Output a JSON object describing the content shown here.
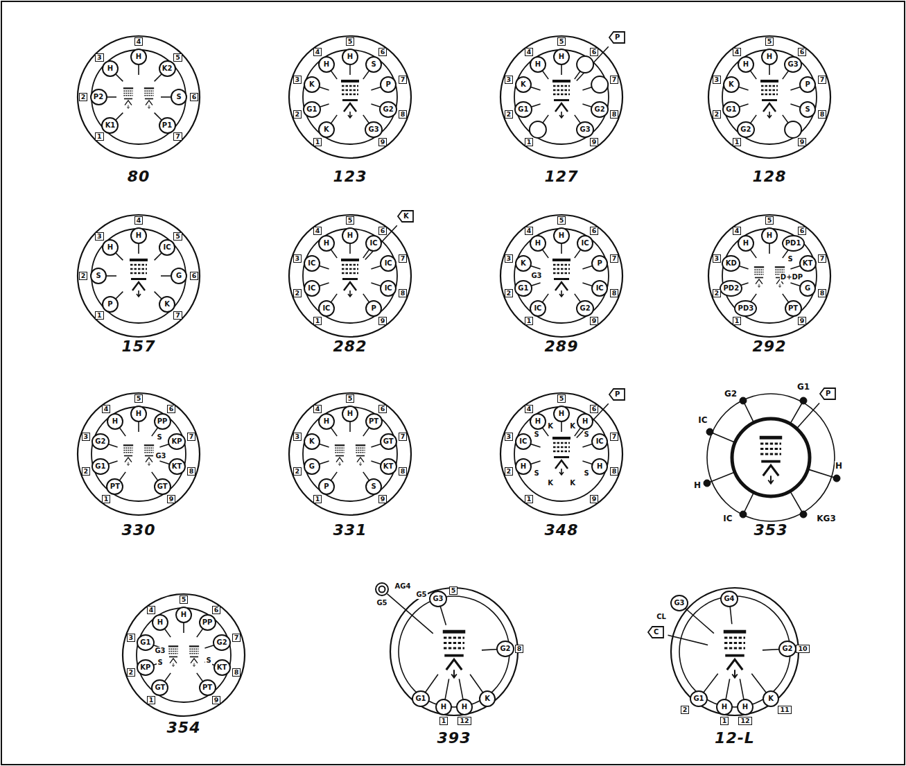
{
  "diagram": {
    "nodes": [
      {
        "text": [
          "80"
        ]
      },
      {
        "text": [
          "H"
        ],
        "in": 0
      },
      {
        "text": [
          "H"
        ],
        "in": 0
      },
      {
        "text": [
          "K2"
        ],
        "in": 0
      },
      {
        "text": [
          "P2"
        ],
        "in": 0
      },
      {
        "text": [
          "S"
        ],
        "in": 0
      },
      {
        "text": [
          "K1"
        ],
        "in": 0
      },
      {
        "text": [
          "P1"
        ],
        "in": 0
      },
      {
        "text": [
          "123"
        ]
      },
      {
        "text": [
          "H"
        ],
        "in": 8
      },
      {
        "text": [
          "H"
        ],
        "in": 8
      },
      {
        "text": [
          "S"
        ],
        "in": 8
      },
      {
        "text": [
          "K"
        ],
        "in": 8
      },
      {
        "text": [
          "P"
        ],
        "in": 8
      },
      {
        "text": [
          "G1"
        ],
        "in": 8
      },
      {
        "text": [
          "G2"
        ],
        "in": 8
      },
      {
        "text": [
          "K"
        ],
        "in": 8
      },
      {
        "text": [
          "G3"
        ],
        "in": 8
      },
      {
        "text": [
          "127"
        ]
      },
      {
        "text": [
          "H"
        ],
        "in": 18
      },
      {
        "text": [
          "H"
        ],
        "in": 18
      },
      {
        "text": [
          "K"
        ],
        "in": 18
      },
      {
        "text": [
          "G1"
        ],
        "in": 18
      },
      {
        "text": [
          "G2"
        ],
        "in": 18
      },
      {
        "text": [
          "G3"
        ],
        "in": 18
      },
      {
        "text": [
          "P"
        ],
        "in": 18
      },
      {
        "text": [
          "128"
        ]
      },
      {
        "text": [
          "H"
        ],
        "in": 26
      },
      {
        "text": [
          "H"
        ],
        "in": 26
      },
      {
        "text": [
          "G3"
        ],
        "in": 26
      },
      {
        "text": [
          "K"
        ],
        "in": 26
      },
      {
        "text": [
          "P"
        ],
        "in": 26
      },
      {
        "text": [
          "G1"
        ],
        "in": 26
      },
      {
        "text": [
          "S"
        ],
        "in": 26
      },
      {
        "text": [
          "G2"
        ],
        "in": 26
      },
      {
        "text": [
          "157"
        ]
      },
      {
        "text": [
          "H"
        ],
        "in": 35
      },
      {
        "text": [
          "H"
        ],
        "in": 35
      },
      {
        "text": [
          "IC"
        ],
        "in": 35
      },
      {
        "text": [
          "S"
        ],
        "in": 35
      },
      {
        "text": [
          "G"
        ],
        "in": 35
      },
      {
        "text": [
          "P"
        ],
        "in": 35
      },
      {
        "text": [
          "K"
        ],
        "in": 35
      },
      {
        "text": [
          "282"
        ]
      },
      {
        "text": [
          "H"
        ],
        "in": 43
      },
      {
        "text": [
          "H"
        ],
        "in": 43
      },
      {
        "text": [
          "IC"
        ],
        "in": 43
      },
      {
        "text": [
          "IC"
        ],
        "in": 43
      },
      {
        "text": [
          "IC"
        ],
        "in": 43
      },
      {
        "text": [
          "IC"
        ],
        "in": 43
      },
      {
        "text": [
          "IC"
        ],
        "in": 43
      },
      {
        "text": [
          "IC"
        ],
        "in": 43
      },
      {
        "text": [
          "P"
        ],
        "in": 43
      },
      {
        "text": [
          "K"
        ],
        "in": 43
      },
      {
        "text": [
          "289"
        ]
      },
      {
        "text": [
          "H"
        ],
        "in": 54
      },
      {
        "text": [
          "H"
        ],
        "in": 54
      },
      {
        "text": [
          "IC"
        ],
        "in": 54
      },
      {
        "text": [
          "K"
        ],
        "in": 54
      },
      {
        "text": [
          "P"
        ],
        "in": 54
      },
      {
        "text": [
          "G1"
        ],
        "in": 54
      },
      {
        "text": [
          "IC"
        ],
        "in": 54
      },
      {
        "text": [
          "IC"
        ],
        "in": 54
      },
      {
        "text": [
          "G2"
        ],
        "in": 54
      },
      {
        "text": [
          "292"
        ]
      },
      {
        "text": [
          "H"
        ],
        "in": 64
      },
      {
        "text": [
          "H"
        ],
        "in": 64
      },
      {
        "text": [
          "PD1"
        ],
        "in": 64
      },
      {
        "text": [
          "KD"
        ],
        "in": 64
      },
      {
        "text": [
          "KT"
        ],
        "in": 64
      },
      {
        "text": [
          "PD2"
        ],
        "in": 64
      },
      {
        "text": [
          "G"
        ],
        "in": 64
      },
      {
        "text": [
          "PD3"
        ],
        "in": 64
      },
      {
        "text": [
          "PT"
        ],
        "in": 64
      },
      {
        "text": [
          "330"
        ]
      },
      {
        "text": [
          "H"
        ],
        "in": 74
      },
      {
        "text": [
          "H"
        ],
        "in": 74
      },
      {
        "text": [
          "PP"
        ],
        "in": 74
      },
      {
        "text": [
          "G2"
        ],
        "in": 74
      },
      {
        "text": [
          "KP"
        ],
        "in": 74
      },
      {
        "text": [
          "G1"
        ],
        "in": 74
      },
      {
        "text": [
          "KT"
        ],
        "in": 74
      },
      {
        "text": [
          "PT"
        ],
        "in": 74
      },
      {
        "text": [
          "GT"
        ],
        "in": 74
      },
      {
        "text": [
          "331"
        ]
      },
      {
        "text": [
          "H"
        ],
        "in": 84
      },
      {
        "text": [
          "H"
        ],
        "in": 84
      },
      {
        "text": [
          "PT"
        ],
        "in": 84
      },
      {
        "text": [
          "K"
        ],
        "in": 84
      },
      {
        "text": [
          "GT"
        ],
        "in": 84
      },
      {
        "text": [
          "G"
        ],
        "in": 84
      },
      {
        "text": [
          "KT"
        ],
        "in": 84
      },
      {
        "text": [
          "P"
        ],
        "in": 84
      },
      {
        "text": [
          "S"
        ],
        "in": 84
      },
      {
        "text": [
          "348"
        ]
      },
      {
        "text": [
          "H"
        ],
        "in": 94
      },
      {
        "text": [
          "H"
        ],
        "in": 94
      },
      {
        "text": [
          "H"
        ],
        "in": 94
      },
      {
        "text": [
          "IC"
        ],
        "in": 94
      },
      {
        "text": [
          "IC"
        ],
        "in": 94
      },
      {
        "text": [
          "H"
        ],
        "in": 94
      },
      {
        "text": [
          "H"
        ],
        "in": 94
      },
      {
        "text": [
          "P"
        ],
        "in": 94
      },
      {
        "text": [
          "353"
        ]
      },
      {
        "text": [
          "P"
        ],
        "in": 103
      },
      {
        "text": [
          "354"
        ]
      },
      {
        "text": [
          "H"
        ],
        "in": 105
      },
      {
        "text": [
          "H"
        ],
        "in": 105
      },
      {
        "text": [
          "PP"
        ],
        "in": 105
      },
      {
        "text": [
          "G1"
        ],
        "in": 105
      },
      {
        "text": [
          "G2"
        ],
        "in": 105
      },
      {
        "text": [
          "KP"
        ],
        "in": 105
      },
      {
        "text": [
          "KT"
        ],
        "in": 105
      },
      {
        "text": [
          "GT"
        ],
        "in": 105
      },
      {
        "text": [
          "PT"
        ],
        "in": 105
      },
      {
        "text": [
          "393"
        ]
      },
      {
        "text": [
          "G3"
        ],
        "in": 115
      },
      {
        "text": [
          "G2"
        ],
        "in": 115
      },
      {
        "text": [
          "G1"
        ],
        "in": 115
      },
      {
        "text": [
          "H"
        ],
        "in": 115
      },
      {
        "text": [
          "H"
        ],
        "in": 115
      },
      {
        "text": [
          "K"
        ],
        "in": 115
      },
      {
        "text": [
          "12-L"
        ]
      },
      {
        "text": [
          "G4"
        ],
        "in": 122
      },
      {
        "text": [
          "G3"
        ],
        "in": 122
      },
      {
        "text": [
          "C"
        ],
        "in": 122
      },
      {
        "text": [
          "G2"
        ],
        "in": 122
      },
      {
        "text": [
          "G1"
        ],
        "in": 122
      },
      {
        "text": [
          "H"
        ],
        "in": 122
      },
      {
        "text": [
          "H"
        ],
        "in": 122
      },
      {
        "text": [
          "K"
        ],
        "in": 122
      }
    ],
    "labels": [
      "4",
      "3",
      "5",
      "2",
      "6",
      "1",
      "7",
      "4",
      "5",
      "6",
      "3",
      "7",
      "2",
      "8",
      "1",
      "9",
      "4",
      "5",
      "6",
      "3",
      "7",
      "2",
      "8",
      "1",
      "9",
      "4",
      "5",
      "6",
      "3",
      "7",
      "2",
      "8",
      "1",
      "9",
      "4",
      "3",
      "5",
      "2",
      "6",
      "1",
      "7",
      "4",
      "5",
      "6",
      "3",
      "7",
      "2",
      "8",
      "1",
      "9",
      "4",
      "5",
      "6",
      "3",
      "7",
      "2",
      "8",
      "1",
      "9",
      "G3",
      "4",
      "5",
      "6",
      "3",
      "7",
      "2",
      "8",
      "1",
      "9",
      "S",
      "D+DP",
      "4",
      "5",
      "6",
      "3",
      "7",
      "2",
      "8",
      "1",
      "9",
      "S",
      "G3",
      "4",
      "5",
      "6",
      "3",
      "7",
      "2",
      "8",
      "1",
      "9",
      "4",
      "5",
      "6",
      "3",
      "7",
      "2",
      "8",
      "1",
      "9",
      "S",
      "K",
      "K",
      "S",
      "S",
      "K",
      "S",
      "K",
      "G2",
      "G1",
      "IC",
      "H",
      "IC",
      "KG3",
      "H",
      "4",
      "5",
      "6",
      "3",
      "7",
      "2",
      "8",
      "1",
      "9",
      "G3",
      "S",
      "S",
      "5",
      "8",
      "1",
      "12",
      "AG4",
      "G5",
      "G5",
      "CL",
      "10",
      "2",
      "1",
      "12",
      "11"
    ]
  }
}
